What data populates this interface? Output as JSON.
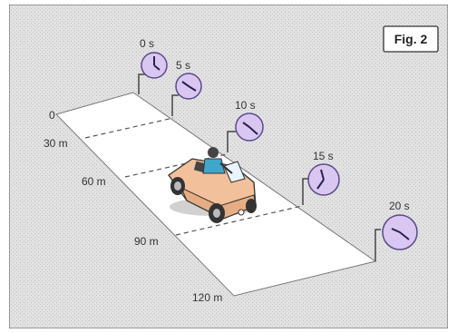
{
  "figure": {
    "label": "Fig. 2"
  },
  "colors": {
    "background_dots": "#c8c8c8",
    "background": "#e0e0e0",
    "road": "#ffffff",
    "clock_face": "#d9c7f2",
    "clock_border": "#5a4a8a",
    "car_body": "#f2c09a"
  },
  "distances": [
    {
      "label": "0"
    },
    {
      "label": "30 m"
    },
    {
      "label": "60 m"
    },
    {
      "label": "90 m"
    },
    {
      "label": "120 m"
    }
  ],
  "times": [
    {
      "label": "0 s"
    },
    {
      "label": "5 s"
    },
    {
      "label": "10 s"
    },
    {
      "label": "15 s"
    },
    {
      "label": "20 s"
    }
  ]
}
